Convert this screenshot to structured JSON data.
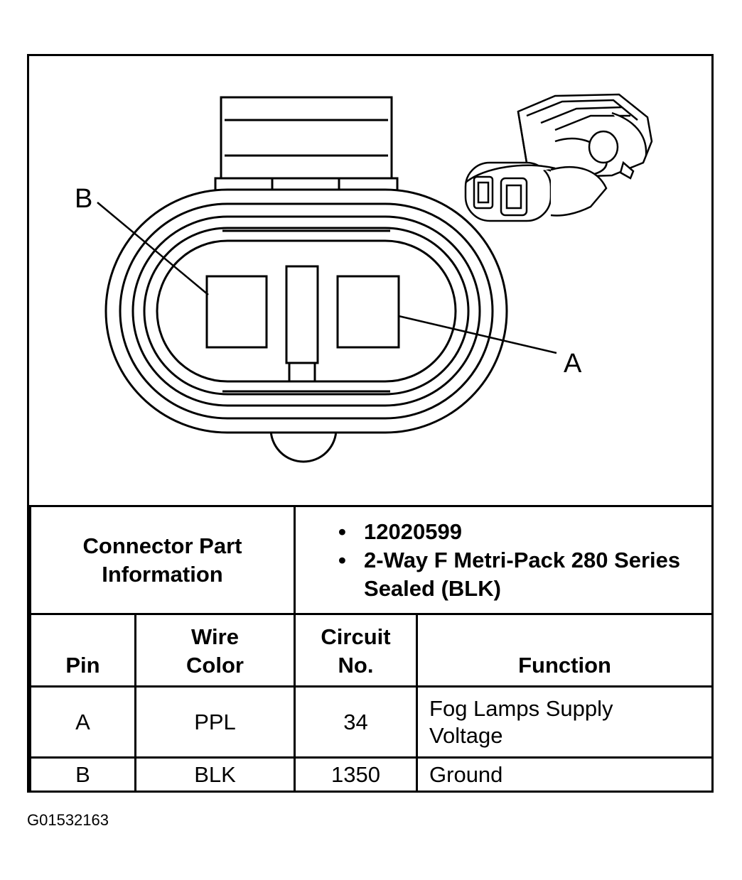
{
  "diagram": {
    "pin_labels": {
      "b": "B",
      "a": "A"
    }
  },
  "table": {
    "part_info_label": "Connector Part Information",
    "part_info_items": [
      "12020599",
      "2-Way F Metri-Pack 280 Series Sealed (BLK)"
    ],
    "headers": {
      "pin": "Pin",
      "wire_color": "Wire Color",
      "circuit_no": "Circuit No.",
      "function": "Function"
    },
    "rows": [
      {
        "pin": "A",
        "wire_color": "PPL",
        "circuit_no": "34",
        "function": "Fog Lamps Supply Voltage"
      },
      {
        "pin": "B",
        "wire_color": "BLK",
        "circuit_no": "1350",
        "function": "Ground"
      }
    ]
  },
  "figure_id": "G01532163"
}
